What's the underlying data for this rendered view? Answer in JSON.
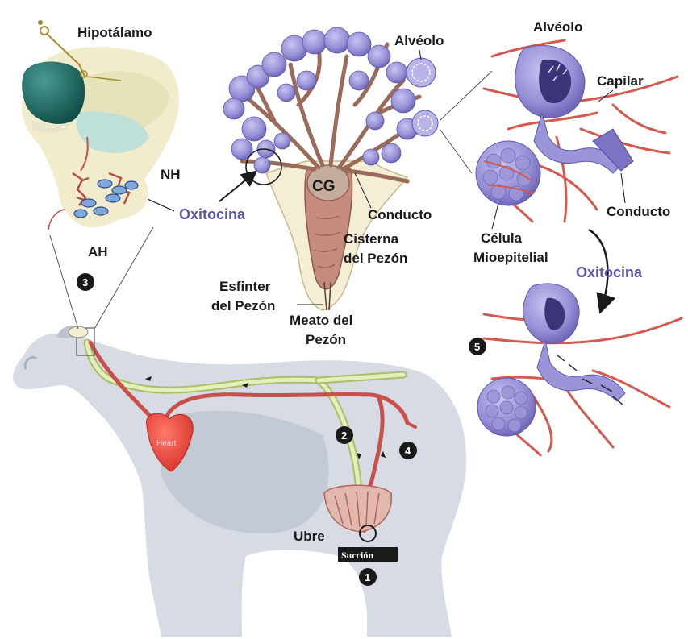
{
  "labels": {
    "hipotalamo": "Hipotálamo",
    "nh": "NH",
    "ah": "AH",
    "oxitocina_left": "Oxitocina",
    "alveolo_top": "Alvéolo",
    "cg": "CG",
    "conducto_mid": "Conducto",
    "cisterna_line1": "Cisterna",
    "cisterna_line2": "del Pezón",
    "esfinter_line1": "Esfinter",
    "esfinter_line2": "del Pezón",
    "meato_line1": "Meato del",
    "meato_line2": "Pezón",
    "alveolo_right": "Alvéolo",
    "capilar": "Capilar",
    "conducto_right": "Conducto",
    "celula_line1": "Célula",
    "celula_line2": "Mioepitelial",
    "oxitocina_right": "Oxitocina",
    "heart": "Heart",
    "ubre": "Ubre",
    "succion": "Succión"
  },
  "steps": [
    "1",
    "2",
    "3",
    "4",
    "5"
  ],
  "colors": {
    "alveoli": "#9a94d8",
    "ducts": "#9a6a5a",
    "artery": "#d0524c",
    "nerve": "#c8d89a",
    "cow": "#cdd3dd",
    "heart": "#e84a3c",
    "oxytocin_text": "#5a58a8"
  }
}
